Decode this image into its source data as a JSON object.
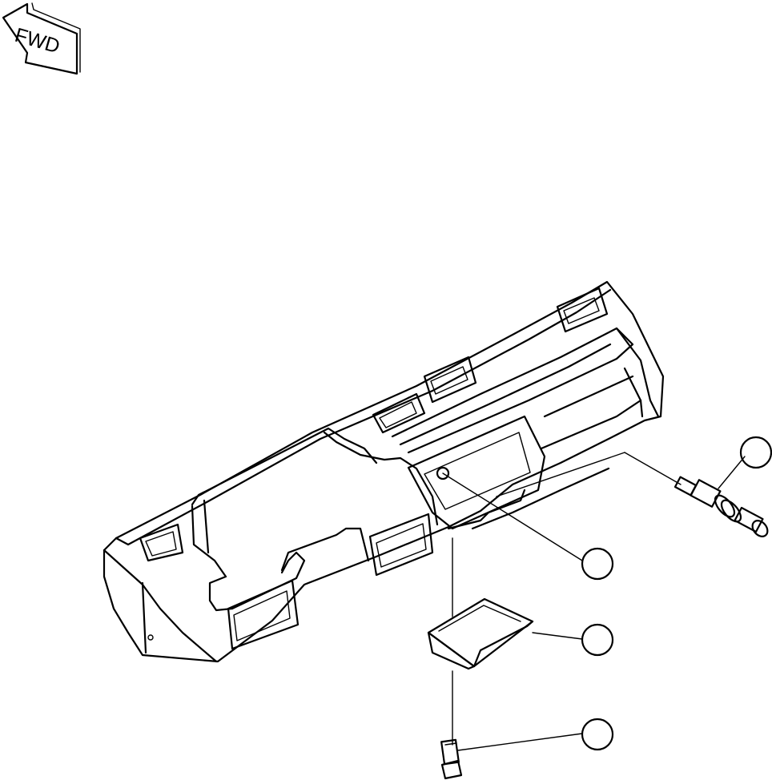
{
  "fwd_arrow": {
    "label": "FWD"
  },
  "callouts": [
    {
      "id": "callout-cigar-lighter",
      "label": ""
    },
    {
      "id": "callout-panel-hole",
      "label": ""
    },
    {
      "id": "callout-tray",
      "label": ""
    },
    {
      "id": "callout-screw",
      "label": ""
    }
  ]
}
